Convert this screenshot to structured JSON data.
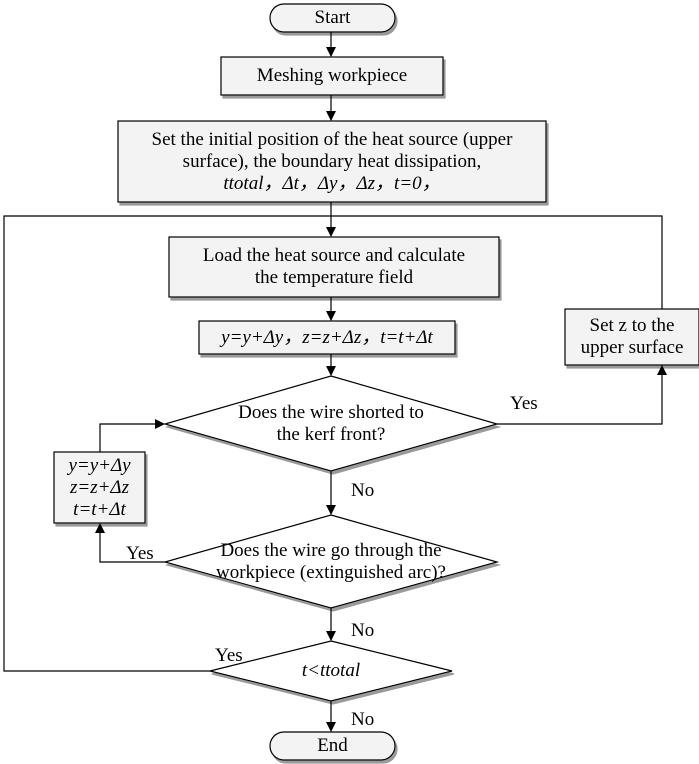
{
  "nodes": {
    "start": "Start",
    "mesh": "Meshing workpiece",
    "init": {
      "line1": "Set the initial position of the heat source (upper",
      "line2": "surface),  the boundary heat dissipation,",
      "line3": "ttotal，Δt，Δy，Δz，t=0，"
    },
    "load": {
      "line1": "Load the heat source and calculate",
      "line2": "the temperature field"
    },
    "update": "y=y+Δy，z=z+Δz，t=t+Δt",
    "setz": {
      "line1": "Set z to the",
      "line2": "upper surface"
    },
    "decision_short": {
      "line1": "Does the wire shorted to",
      "line2": "the kerf front?"
    },
    "side_update": {
      "line1": "y=y+Δy",
      "line2": "z=z+Δz",
      "line3": "t=t+Δt"
    },
    "decision_through": {
      "line1": "Does the wire go through the",
      "line2": "workpiece (extinguished arc)?"
    },
    "decision_time": "t<ttotal",
    "end": "End"
  },
  "edge_labels": {
    "short_yes": "Yes",
    "short_no": "No",
    "through_yes": "Yes",
    "through_no": "No",
    "time_yes": "Yes",
    "time_no": "No"
  }
}
